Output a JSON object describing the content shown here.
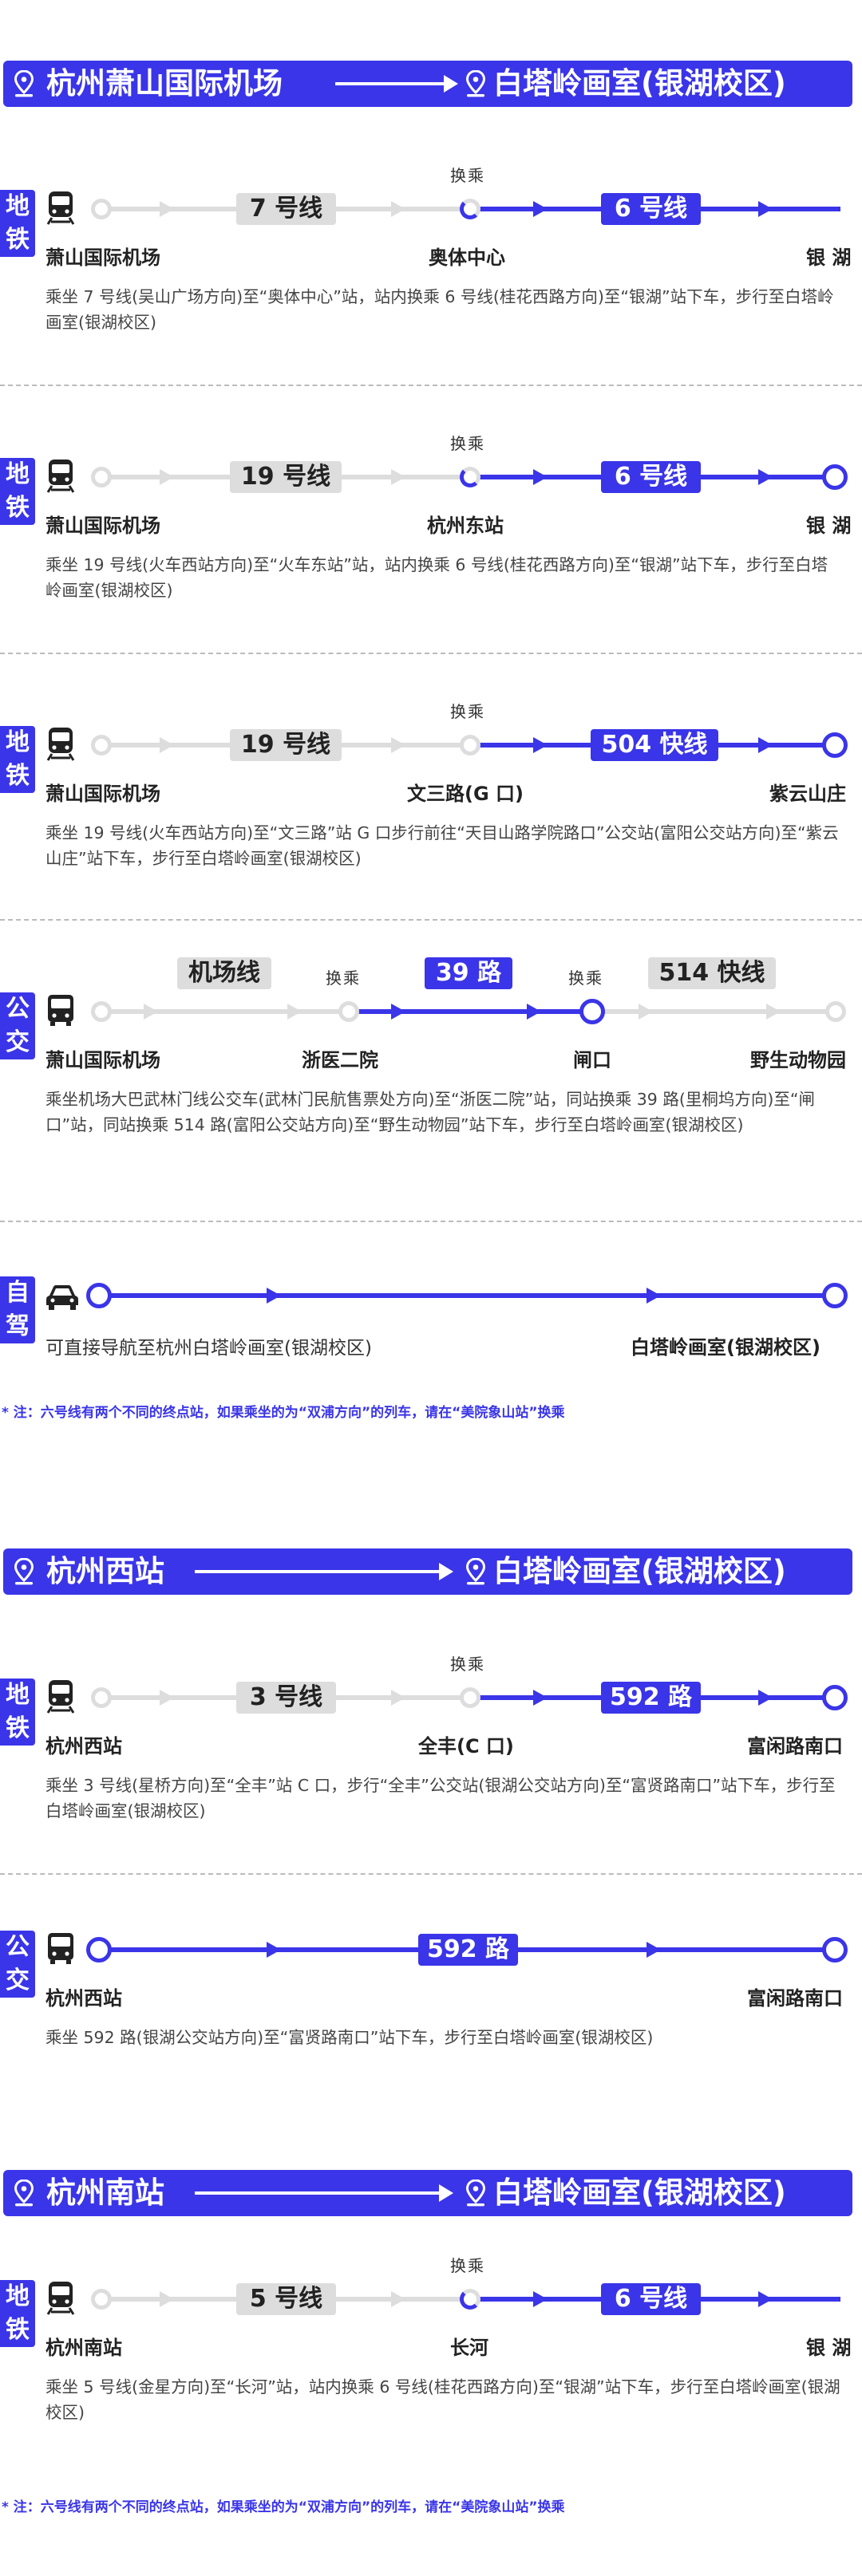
{
  "colors": {
    "accent": "#3a35e8",
    "grey": "#dddddd"
  },
  "sections": [
    {
      "from": "杭州萧山国际机场",
      "to": "白塔岭画室(银湖校区)"
    },
    {
      "from": "杭州西站",
      "to": "白塔岭画室(银湖校区)"
    },
    {
      "from": "杭州南站",
      "to": "白塔岭画室(银湖校区)"
    }
  ],
  "modes": {
    "metro_1": "地",
    "metro_2": "铁",
    "bus_1": "公",
    "bus_2": "交",
    "drive_1": "自",
    "drive_2": "驾"
  },
  "transfer": "换乘",
  "r1": {
    "line_a": "7 号线",
    "line_b": "6 号线",
    "s1": "萧山国际机场",
    "s2": "奥体中心",
    "s3": "银 湖",
    "desc": "乘坐 7 号线(吴山广场方向)至“奥体中心”站，站内换乘 6 号线(桂花西路方向)至“银湖”站下车，步行至白塔岭画室(银湖校区)"
  },
  "r2": {
    "line_a": "19 号线",
    "line_b": "6 号线",
    "s1": "萧山国际机场",
    "s2": "杭州东站",
    "s3": "银 湖",
    "desc": "乘坐 19 号线(火车西站方向)至“火车东站”站，站内换乘 6 号线(桂花西路方向)至“银湖”站下车，步行至白塔岭画室(银湖校区)"
  },
  "r3": {
    "line_a": "19 号线",
    "line_b": "504 快线",
    "s1": "萧山国际机场",
    "s2": "文三路(G 口)",
    "s3": "紫云山庄",
    "desc": "乘坐 19 号线(火车西站方向)至“文三路”站 G 口步行前往“天目山路学院路口”公交站(富阳公交站方向)至“紫云山庄”站下车，步行至白塔岭画室(银湖校区)"
  },
  "r4": {
    "line_a": "机场线",
    "line_b": "39 路",
    "line_c": "514 快线",
    "s1": "萧山国际机场",
    "s2": "浙医二院",
    "s3": "闸口",
    "s4": "野生动物园",
    "desc": "乘坐机场大巴武林门线公交车(武林门民航售票处方向)至“浙医二院”站，同站换乘 39 路(里桐坞方向)至“闸口”站，同站换乘 514 路(富阳公交站方向)至“野生动物园”站下车，步行至白塔岭画室(银湖校区)"
  },
  "r5": {
    "left_text": "可直接导航至杭州白塔岭画室(银湖校区)",
    "dest": "白塔岭画室(银湖校区)"
  },
  "note1": "* 注：六号线有两个不同的终点站，如果乘坐的为“双浦方向”的列车，请在“美院象山站”换乘",
  "r6": {
    "line_a": "3 号线",
    "line_b": "592 路",
    "s1": "杭州西站",
    "s2": "全丰(C 口)",
    "s3": "富闲路南口",
    "desc": "乘坐 3 号线(星桥方向)至“全丰”站 C 口，步行“全丰”公交站(银湖公交站方向)至“富贤路南口”站下车，步行至白塔岭画室(银湖校区)"
  },
  "r7": {
    "line_a": "592 路",
    "s1": "杭州西站",
    "s3": "富闲路南口",
    "desc": "乘坐 592 路(银湖公交站方向)至“富贤路南口”站下车，步行至白塔岭画室(银湖校区)"
  },
  "r8": {
    "line_a": "5 号线",
    "line_b": "6 号线",
    "s1": "杭州南站",
    "s2": "长河",
    "s3": "银 湖",
    "desc": "乘坐 5 号线(金星方向)至“长河”站，站内换乘 6 号线(桂花西路方向)至“银湖”站下车，步行至白塔岭画室(银湖校区)"
  },
  "note2": "* 注：六号线有两个不同的终点站，如果乘坐的为“双浦方向”的列车，请在“美院象山站”换乘",
  "icons": [
    "location-pin-icon",
    "metro-train-icon",
    "bus-icon",
    "car-icon",
    "chevron-right-icon"
  ]
}
